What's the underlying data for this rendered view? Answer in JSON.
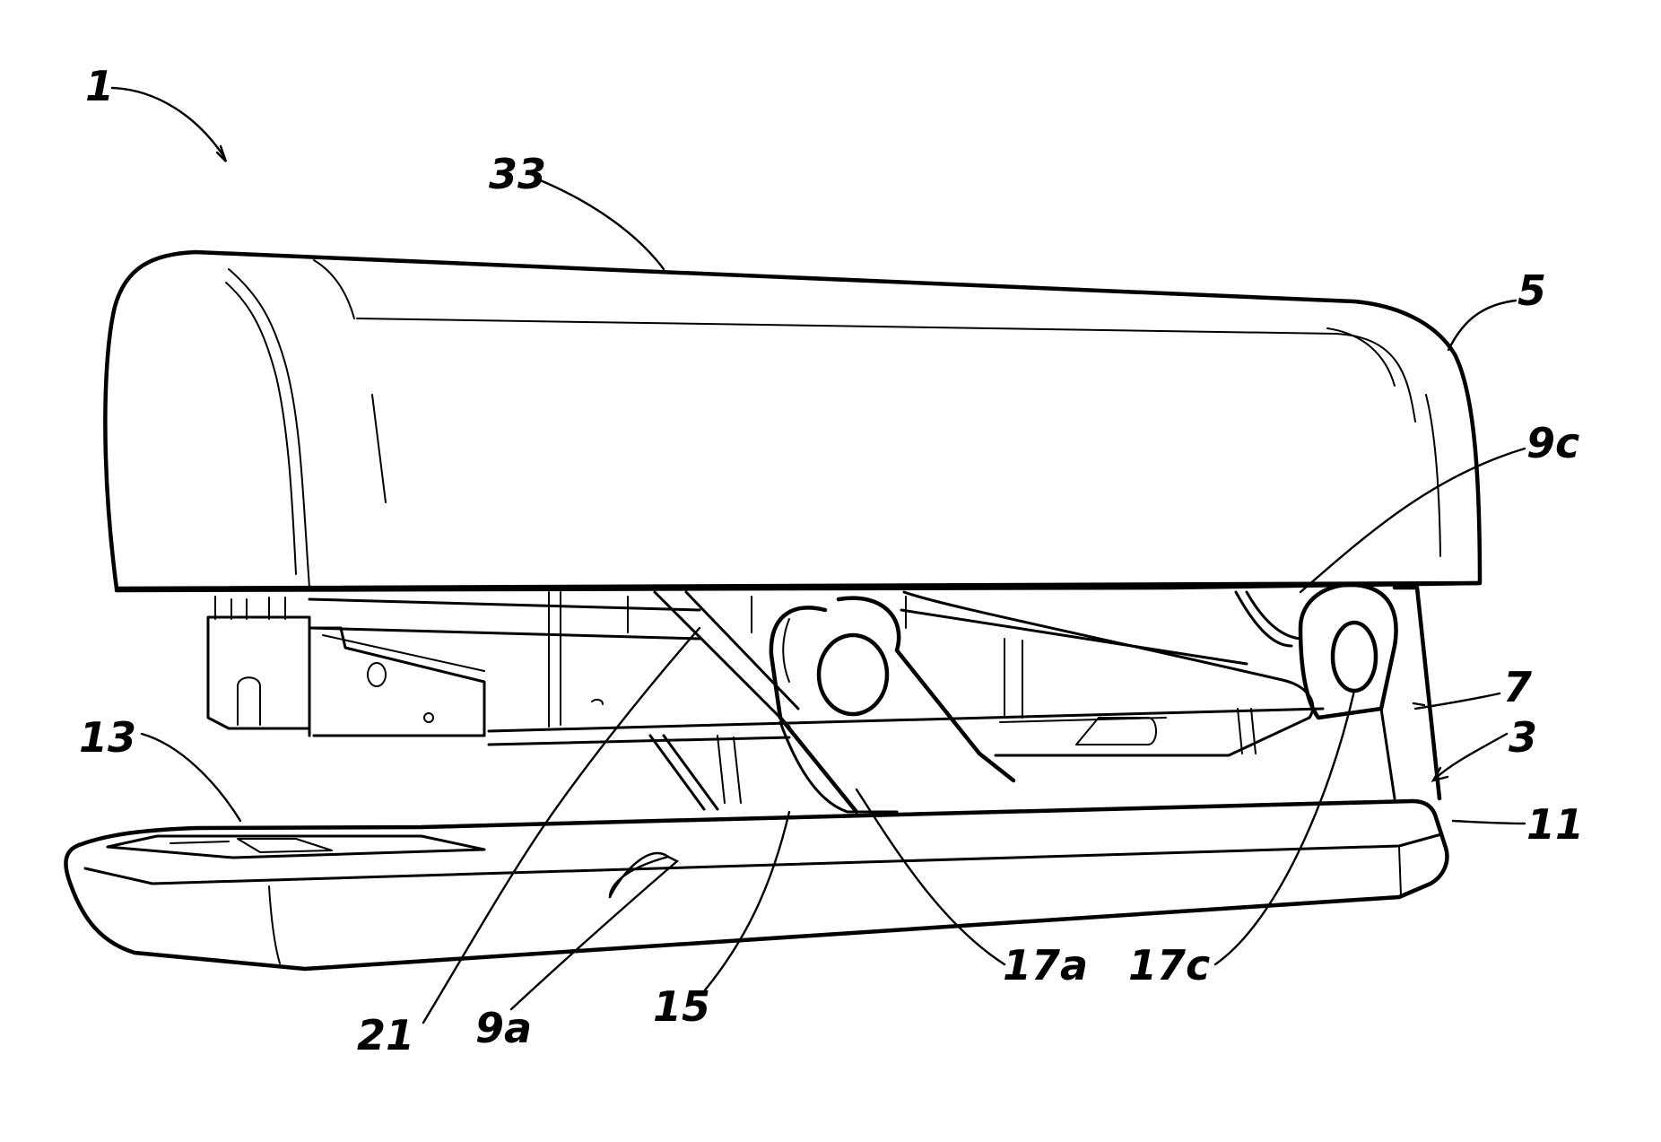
{
  "figure": {
    "reference_numerals": {
      "assembly": "1",
      "cover": "33",
      "handle": "5",
      "link_upper": "9c",
      "frame": "7",
      "base": "3",
      "base_edge": "11",
      "anvil": "13",
      "link_lower": "17a",
      "pivot_c": "17c",
      "arm": "15",
      "link_a": "9a",
      "magazine": "21"
    }
  }
}
